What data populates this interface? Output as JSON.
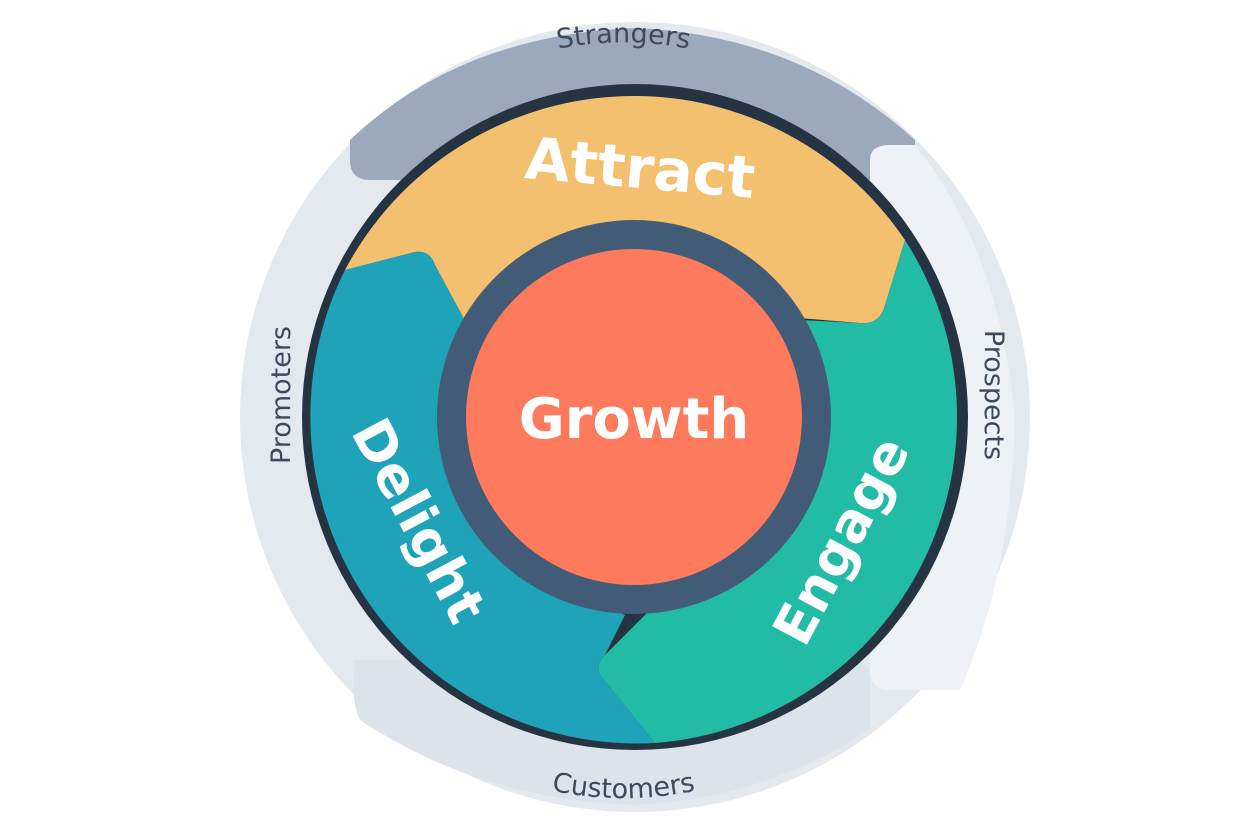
{
  "flywheel": {
    "center": {
      "label": "Growth"
    },
    "stages": {
      "attract": {
        "label": "Attract"
      },
      "engage": {
        "label": "Engage"
      },
      "delight": {
        "label": "Delight"
      }
    },
    "outer": {
      "strangers": {
        "label": "Strangers"
      },
      "prospects": {
        "label": "Prospects"
      },
      "customers": {
        "label": "Customers"
      },
      "promoters": {
        "label": "Promoters"
      }
    }
  },
  "colors": {
    "attract": "#f2c06f",
    "engage": "#22bba6",
    "delight": "#1ea3b9",
    "growth": "#fd7a5c",
    "hub_ring": "#425b76",
    "outline": "#253342",
    "outer_ring": "#e4e9ef",
    "strangers_band": "#9ba9bc",
    "label_text": "#3d4a5c"
  }
}
